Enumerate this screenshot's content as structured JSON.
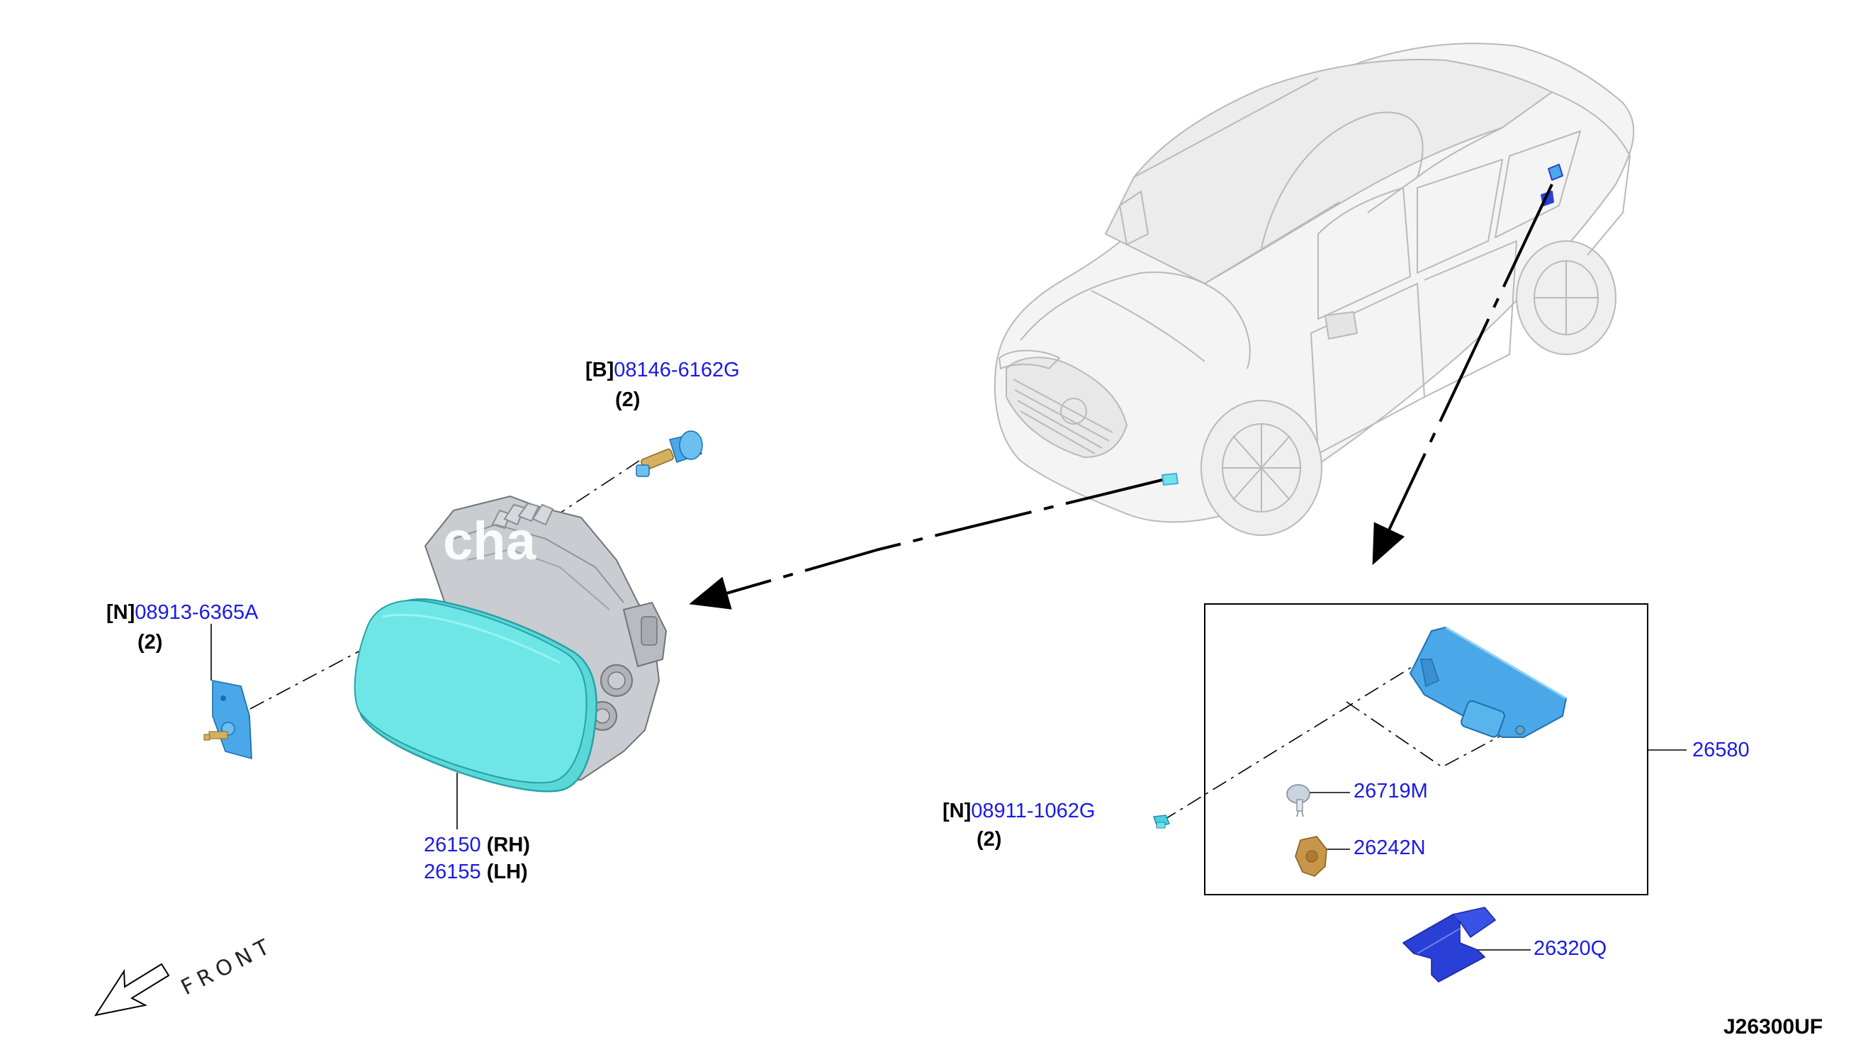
{
  "diagram": {
    "code": "J26300UF",
    "front_text": "FRONT",
    "watermark": "cha",
    "colors": {
      "part_number": "#1a1ae6",
      "lens": "#6fe6e6",
      "part_blue": "#4aa8e8",
      "deep_blue": "#2a3fd6",
      "bulb_brown": "#c8964a",
      "outline": "#000000"
    },
    "callouts": [
      {
        "id": "bolt",
        "prefix": "[B]",
        "part": "08146-6162G",
        "qty": "(2)"
      },
      {
        "id": "nut-left",
        "prefix": "[N]",
        "part": "08913-6365A",
        "qty": "(2)"
      },
      {
        "id": "fog-lamp",
        "part_rh": "26150",
        "side_rh": "(RH)",
        "part_lh": "26155",
        "side_lh": "(LH)"
      },
      {
        "id": "nut-right",
        "prefix": "[N]",
        "part": "08911-1062G",
        "qty": "(2)"
      },
      {
        "id": "license-lamp",
        "part": "26580"
      },
      {
        "id": "bulb",
        "part": "26719M"
      },
      {
        "id": "socket",
        "part": "26242N"
      },
      {
        "id": "gasket",
        "part": "26320Q"
      }
    ]
  }
}
